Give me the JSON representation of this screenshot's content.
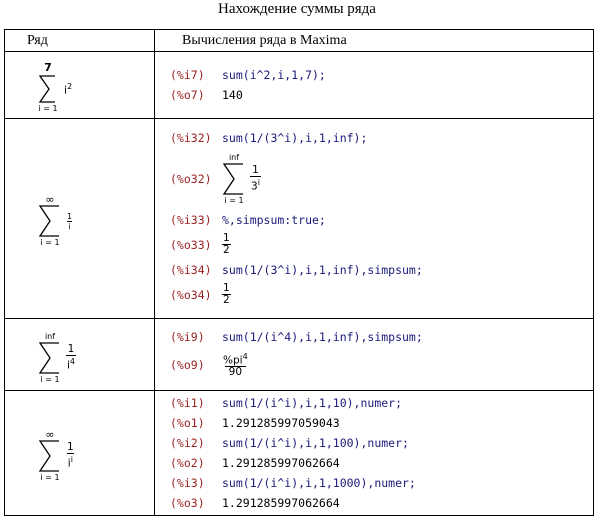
{
  "title": "Нахождение суммы ряда",
  "header": {
    "col1": "Ряд",
    "col2": "Вычисления ряда в Maxima"
  },
  "rows": [
    {
      "series": {
        "upper": "7",
        "lower": "i = 1",
        "term": "i",
        "power": "2"
      },
      "lines": [
        {
          "label": "(%i7)",
          "kind": "in",
          "text": "sum(i^2,i,1,7);"
        },
        {
          "label": "(%o7)",
          "kind": "out",
          "text": "140"
        }
      ]
    },
    {
      "series": {
        "upper": "∞",
        "lower": "i = 1",
        "num": "1",
        "den": "i"
      },
      "lines": [
        {
          "label": "(%i32)",
          "kind": "in",
          "text": "sum(1/(3^i),i,1,inf);"
        },
        {
          "label": "(%o32)",
          "kind": "out-sum",
          "upper": "inf",
          "lower": "i = 1",
          "num": "1",
          "den": "3",
          "denpow": "i"
        },
        {
          "label": "(%i33)",
          "kind": "in",
          "text": "%,simpsum:true;"
        },
        {
          "label": "(%o33)",
          "kind": "out-frac",
          "num": "1",
          "den": "2"
        },
        {
          "label": "(%i34)",
          "kind": "in",
          "text": "sum(1/(3^i),i,1,inf),simpsum;"
        },
        {
          "label": "(%o34)",
          "kind": "out-frac",
          "num": "1",
          "den": "2"
        }
      ]
    },
    {
      "series": {
        "upper": "inf",
        "lower": "i = 1",
        "num": "1",
        "den": "i",
        "denpow": "4"
      },
      "lines": [
        {
          "label": "(%i9)",
          "kind": "in",
          "text": "sum(1/(i^4),i,1,inf),simpsum;"
        },
        {
          "label": "(%o9)",
          "kind": "out-frac",
          "num": "%pi",
          "numpow": "4",
          "den": "90"
        }
      ]
    },
    {
      "series": {
        "upper": "∞",
        "lower": "i = 1",
        "num": "1",
        "den": "i",
        "denpow": "i"
      },
      "lines": [
        {
          "label": "(%i1)",
          "kind": "in",
          "text": "sum(1/(i^i),i,1,10),numer;"
        },
        {
          "label": "(%o1)",
          "kind": "out",
          "text": "1.291285997059043"
        },
        {
          "label": "(%i2)",
          "kind": "in",
          "text": "sum(1/(i^i),i,1,100),numer;"
        },
        {
          "label": "(%o2)",
          "kind": "out",
          "text": "1.291285997062664"
        },
        {
          "label": "(%i3)",
          "kind": "in",
          "text": "sum(1/(i^i),i,1,1000),numer;"
        },
        {
          "label": "(%o3)",
          "kind": "out",
          "text": "1.291285997062664"
        }
      ]
    }
  ]
}
